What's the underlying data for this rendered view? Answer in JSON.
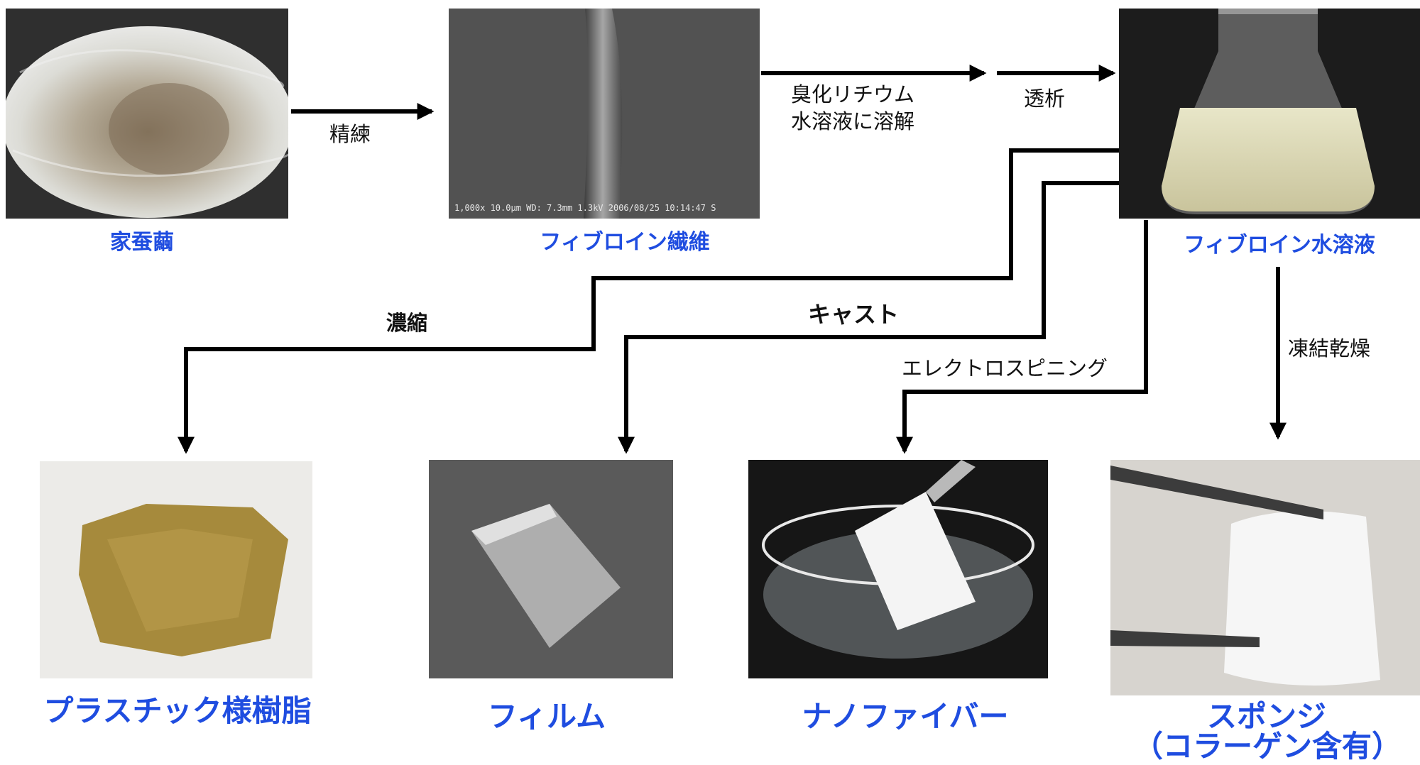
{
  "captions": {
    "cocoon": "家蚕繭",
    "fibroin_fiber": "フィブロイン繊維",
    "fibroin_solution": "フィブロイン水溶液",
    "plastic_resin": "プラスチック様樹脂",
    "film": "フィルム",
    "nanofiber": "ナノファイバー",
    "sponge_line1": "スポンジ",
    "sponge_line2": "（コラーゲン含有）"
  },
  "steps": {
    "degumming": "精練",
    "dissolve_line1": "臭化リチウム",
    "dissolve_line2": "水溶液に溶解",
    "dialysis": "透析",
    "concentration": "濃縮",
    "cast": "キャスト",
    "electrospinning": "エレクトロスピニング",
    "freeze_drying": "凍結乾燥"
  },
  "sem_scale_text": "1,000x 10.0μm WD: 7.3mm 1.3kV 2006/08/25 10:14:47 S",
  "colors": {
    "caption_blue": "#1f4de0",
    "arrow": "#000000",
    "label": "#111111"
  }
}
